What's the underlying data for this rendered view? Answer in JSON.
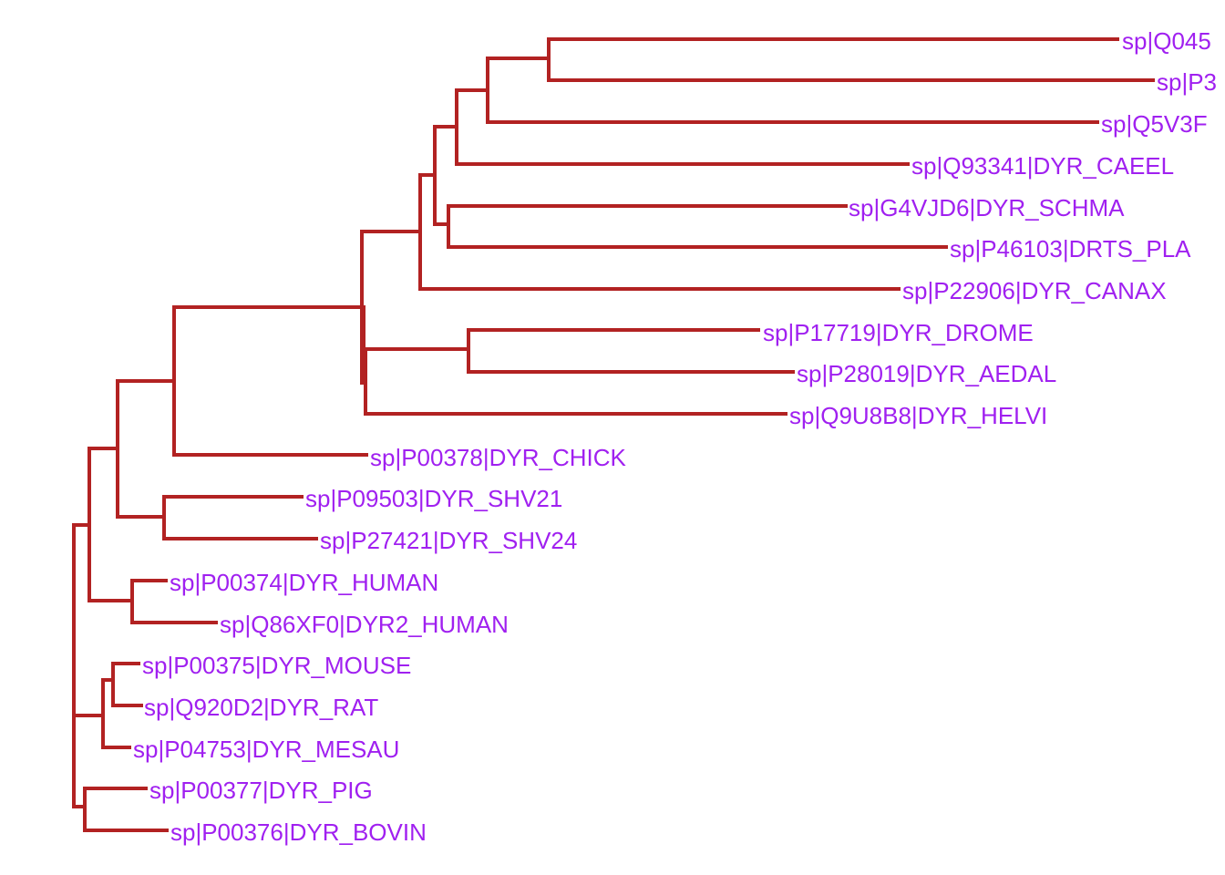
{
  "colors": {
    "branch": "#b22222",
    "label": "#a020f0"
  },
  "tips": [
    "sp|Q045",
    "sp|P3",
    "sp|Q5V3F",
    "sp|Q93341|DYR_CAEEL",
    "sp|G4VJD6|DYR_SCHMA",
    "sp|P46103|DRTS_PLA",
    "sp|P22906|DYR_CANAX",
    "sp|P17719|DYR_DROME",
    "sp|P28019|DYR_AEDAL",
    "sp|Q9U8B8|DYR_HELVI",
    "sp|P00378|DYR_CHICK",
    "sp|P09503|DYR_SHV21",
    "sp|P27421|DYR_SHV24",
    "sp|P00374|DYR_HUMAN",
    "sp|Q86XF0|DYR2_HUMAN",
    "sp|P00375|DYR_MOUSE",
    "sp|Q920D2|DYR_RAT",
    "sp|P04753|DYR_MESAU",
    "sp|P00377|DYR_PIG",
    "sp|P00376|DYR_BOVIN"
  ]
}
